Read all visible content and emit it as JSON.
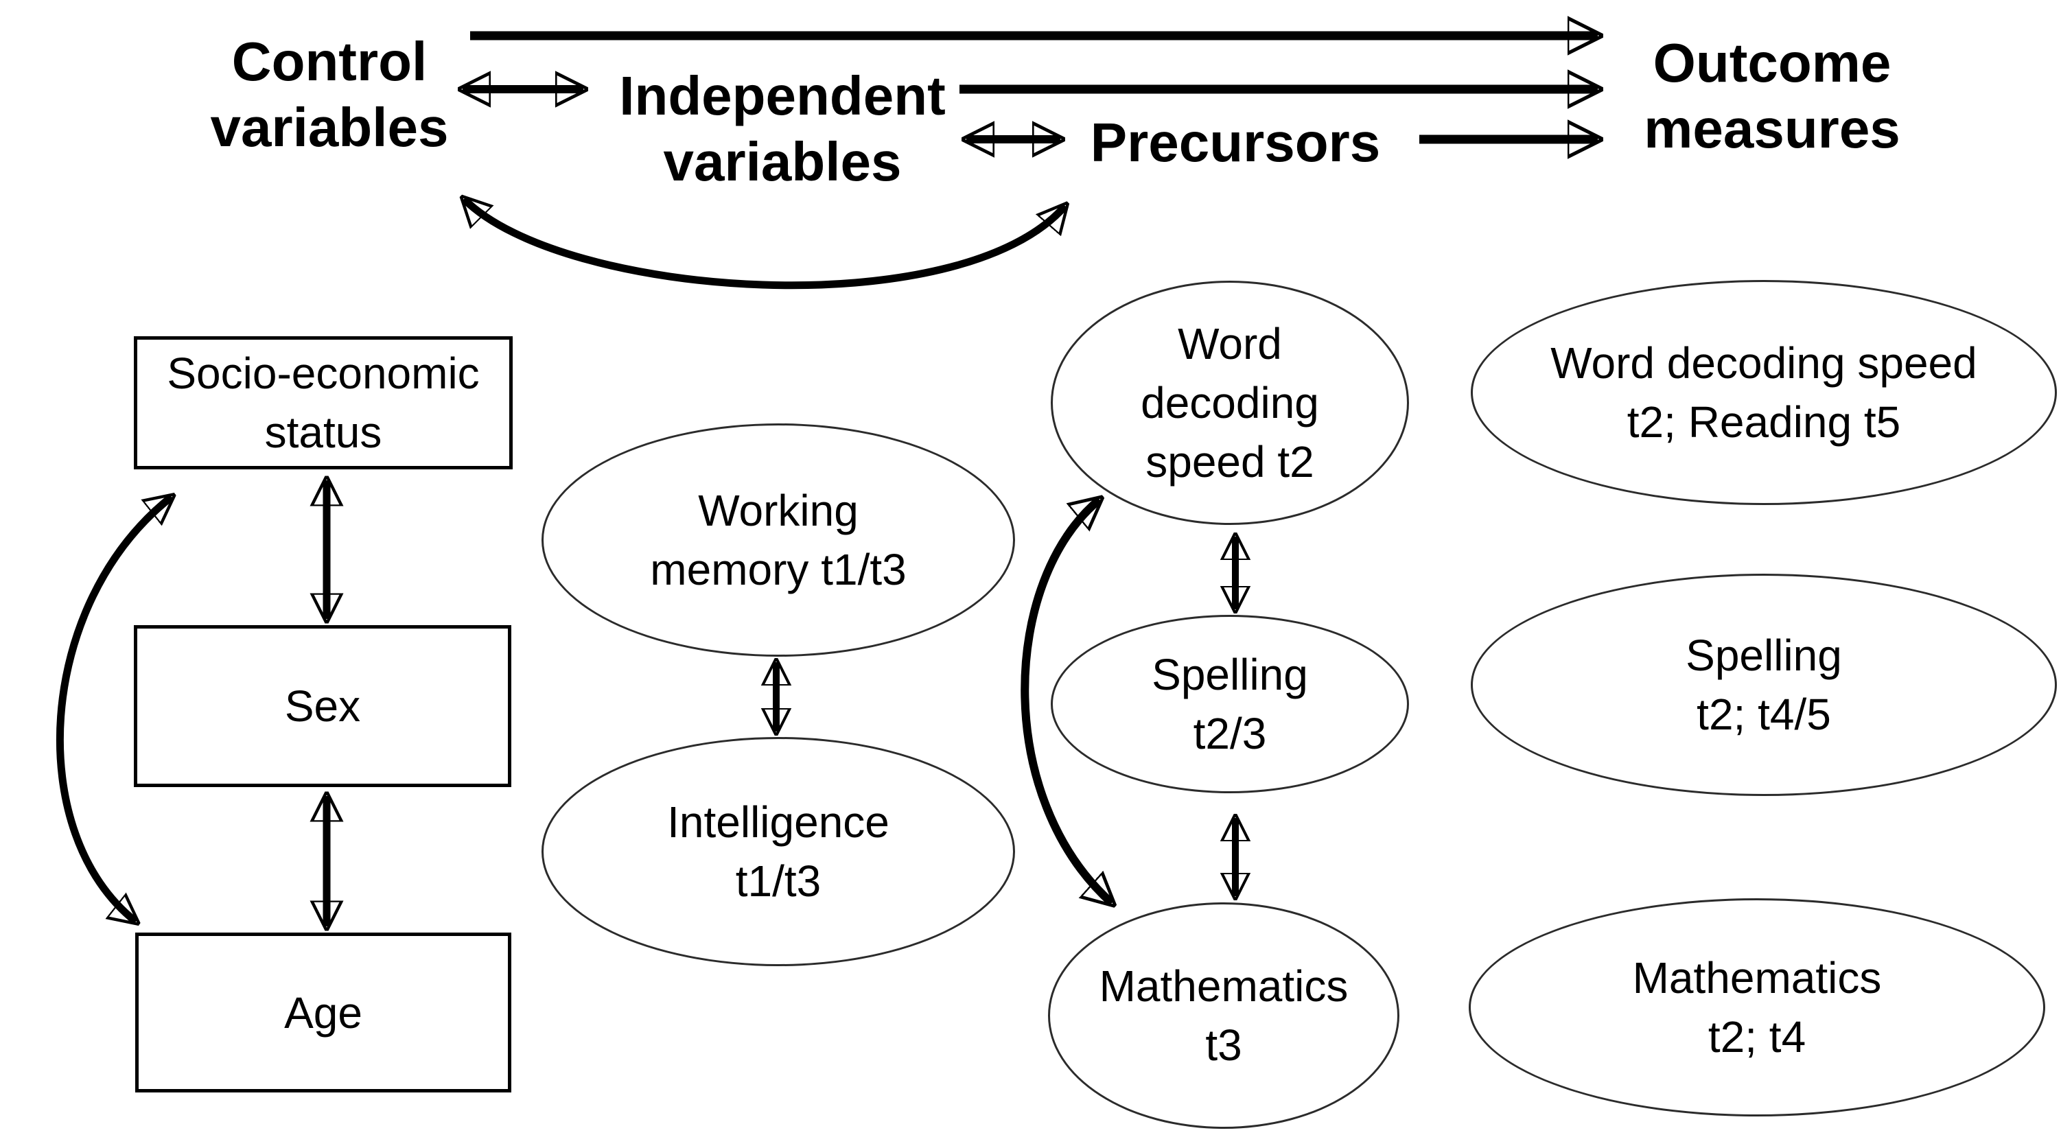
{
  "header": {
    "control_label": "Control\nvariables",
    "independent_label": "Independent\nvariables",
    "precursors_label": "Precursors",
    "outcome_label": "Outcome\nmeasures"
  },
  "control_column": {
    "items": [
      {
        "label": "Socio-economic\nstatus"
      },
      {
        "label": "Sex"
      },
      {
        "label": "Age"
      }
    ]
  },
  "independent_column": {
    "items": [
      {
        "label": "Working\nmemory t1/t3"
      },
      {
        "label": "Intelligence\nt1/t3"
      }
    ]
  },
  "precursor_column": {
    "items": [
      {
        "label": "Word\ndecoding\nspeed t2"
      },
      {
        "label": "Spelling\nt2/3"
      },
      {
        "label": "Mathematics\nt3"
      }
    ]
  },
  "outcome_column": {
    "items": [
      {
        "label": "Word decoding speed\nt2; Reading t5"
      },
      {
        "label": "Spelling\nt2; t4/5"
      },
      {
        "label": "Mathematics\nt2; t4"
      }
    ]
  },
  "colors": {
    "ink": "#000000",
    "node_border": "#2b2b2b",
    "background": "#ffffff"
  }
}
